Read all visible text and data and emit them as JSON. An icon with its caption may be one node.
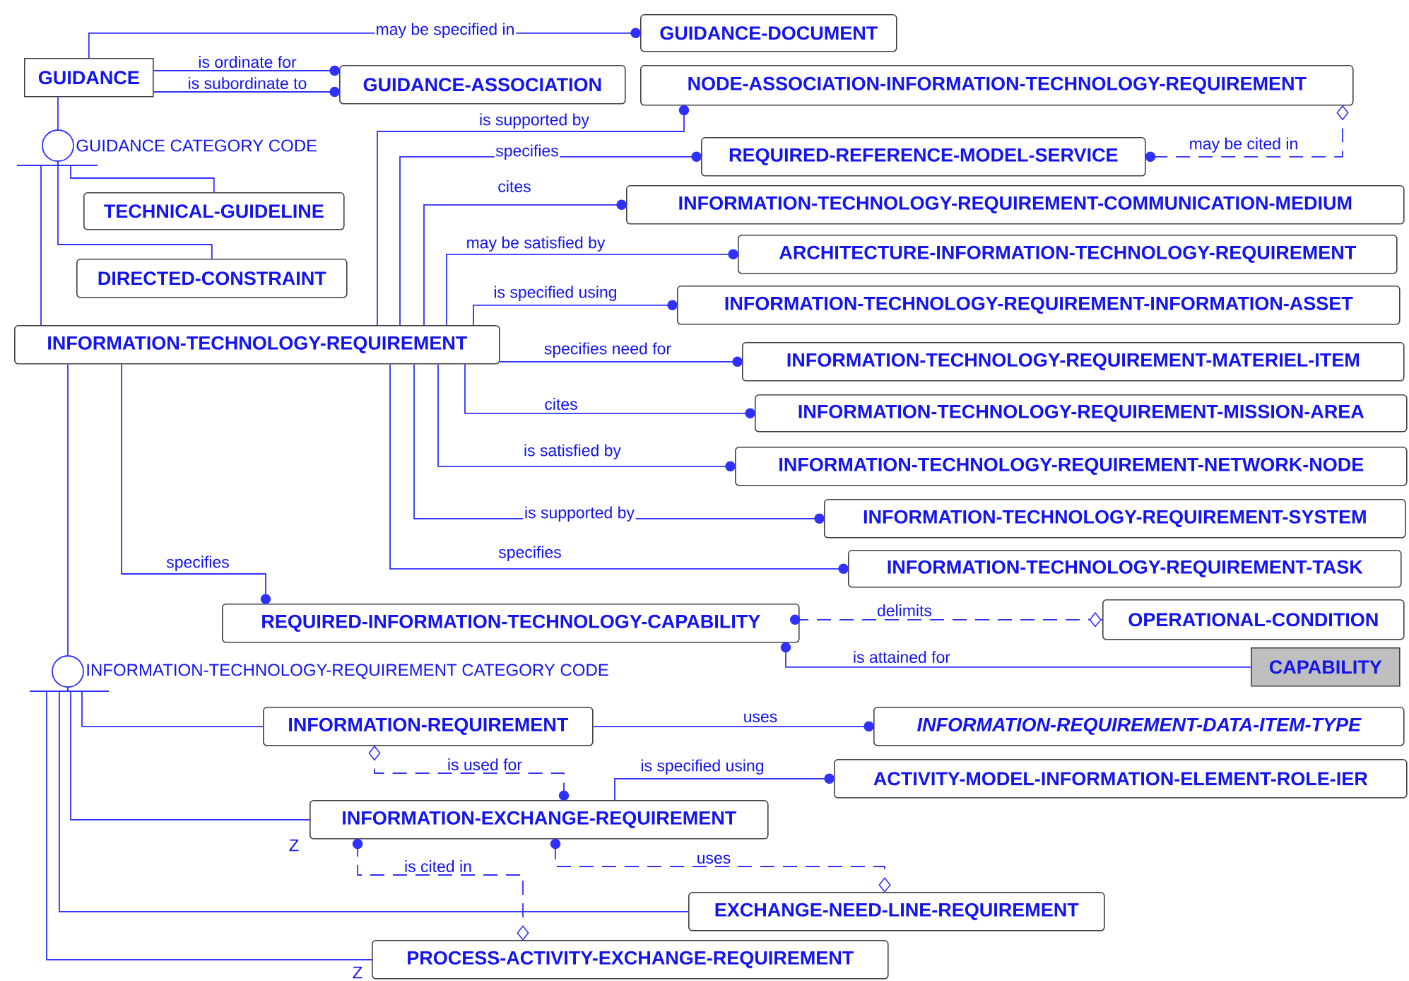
{
  "diagram": {
    "nodes": [
      {
        "text": [
          "GUIDANCE"
        ]
      },
      {
        "text": [
          "GUIDANCE-DOCUMENT"
        ]
      },
      {
        "text": [
          "GUIDANCE-ASSOCIATION"
        ]
      },
      {
        "text": [
          "NODE-ASSOCIATION-INFORMATION-TECHNOLOGY-REQUIREMENT"
        ]
      },
      {
        "text": [],
        "shape": "circle",
        "beside": [
          "GUIDANCE CATEGORY CODE"
        ]
      },
      {
        "text": [
          "REQUIRED-REFERENCE-MODEL-SERVICE"
        ]
      },
      {
        "text": [
          "TECHNICAL-GUIDELINE"
        ]
      },
      {
        "text": [
          "INFORMATION-TECHNOLOGY-REQUIREMENT-COMMUNICATION-MEDIUM"
        ]
      },
      {
        "text": [
          "DIRECTED-CONSTRAINT"
        ]
      },
      {
        "text": [
          "ARCHITECTURE-INFORMATION-TECHNOLOGY-REQUIREMENT"
        ]
      },
      {
        "text": [
          "INFORMATION-TECHNOLOGY-REQUIREMENT-INFORMATION-ASSET"
        ]
      },
      {
        "text": [
          "INFORMATION-TECHNOLOGY-REQUIREMENT"
        ]
      },
      {
        "text": [
          "INFORMATION-TECHNOLOGY-REQUIREMENT-MATERIEL-ITEM"
        ]
      },
      {
        "text": [
          "INFORMATION-TECHNOLOGY-REQUIREMENT-MISSION-AREA"
        ]
      },
      {
        "text": [
          "INFORMATION-TECHNOLOGY-REQUIREMENT-NETWORK-NODE"
        ]
      },
      {
        "text": [
          "INFORMATION-TECHNOLOGY-REQUIREMENT-SYSTEM"
        ]
      },
      {
        "text": [
          "INFORMATION-TECHNOLOGY-REQUIREMENT-TASK"
        ]
      },
      {
        "text": [
          "REQUIRED-INFORMATION-TECHNOLOGY-CAPABILITY"
        ]
      },
      {
        "text": [
          "OPERATIONAL-CONDITION"
        ]
      },
      {
        "text": [],
        "shape": "circle",
        "beside": [
          "INFORMATION-TECHNOLOGY-REQUIREMENT CATEGORY CODE"
        ]
      },
      {
        "text": [
          "CAPABILITY"
        ]
      },
      {
        "text": [
          "INFORMATION-REQUIREMENT"
        ]
      },
      {
        "text": [
          "INFORMATION-REQUIREMENT-DATA-ITEM-TYPE"
        ]
      },
      {
        "text": [
          "ACTIVITY-MODEL-INFORMATION-ELEMENT-ROLE-IER"
        ]
      },
      {
        "text": [
          "INFORMATION-EXCHANGE-REQUIREMENT"
        ]
      },
      {
        "text": [
          "EXCHANGE-NEED-LINE-REQUIREMENT"
        ]
      },
      {
        "text": [
          "PROCESS-ACTIVITY-EXCHANGE-REQUIREMENT"
        ]
      }
    ],
    "edges": [
      {
        "from": 0,
        "to": 1,
        "arrow": "other",
        "label": "may be specified in"
      },
      {
        "from": 0,
        "to": 2,
        "arrow": "other",
        "label": "is ordinate for"
      },
      {
        "from": 0,
        "to": 2,
        "arrow": "other",
        "label": "is subordinate to"
      },
      {
        "from": 0,
        "to": 4,
        "arrow": "none"
      },
      {
        "from": 4,
        "to": 6,
        "arrow": "none"
      },
      {
        "from": 4,
        "to": 8,
        "arrow": "none"
      },
      {
        "from": 4,
        "to": 11,
        "arrow": "none"
      },
      {
        "from": 11,
        "to": 3,
        "arrow": "other",
        "label": "is supported by"
      },
      {
        "from": 11,
        "to": 5,
        "arrow": "other",
        "label": "specifies"
      },
      {
        "from": 11,
        "to": 7,
        "arrow": "other",
        "label": "cites"
      },
      {
        "from": 11,
        "to": 9,
        "arrow": "other",
        "label": "may be satisfied by"
      },
      {
        "from": 11,
        "to": 10,
        "arrow": "other",
        "label": "is specified using"
      },
      {
        "from": 11,
        "to": 12,
        "arrow": "other",
        "label": "specifies need for"
      },
      {
        "from": 11,
        "to": 13,
        "arrow": "other",
        "label": "cites"
      },
      {
        "from": 11,
        "to": 14,
        "arrow": "other",
        "label": "is satisfied by"
      },
      {
        "from": 11,
        "to": 15,
        "arrow": "other",
        "label": "is supported by"
      },
      {
        "from": 11,
        "to": 16,
        "arrow": "other",
        "label": "specifies"
      },
      {
        "from": 11,
        "to": 17,
        "arrow": "other",
        "label": "specifies"
      },
      {
        "from": 3,
        "to": 5,
        "arrow": "other",
        "label": "may be cited in",
        "style": "dashed"
      },
      {
        "from": 11,
        "to": 19,
        "arrow": "none"
      },
      {
        "from": 19,
        "to": 21,
        "arrow": "none"
      },
      {
        "from": 19,
        "to": 24,
        "arrow": "none"
      },
      {
        "from": 19,
        "to": 25,
        "arrow": "none"
      },
      {
        "from": 19,
        "to": 26,
        "arrow": "none"
      },
      {
        "from": 18,
        "to": 17,
        "arrow": "other",
        "label": "delimits",
        "style": "dashed"
      },
      {
        "from": 20,
        "to": 17,
        "arrow": "other",
        "label": "is attained for"
      },
      {
        "from": 21,
        "to": 22,
        "arrow": "other",
        "label": "uses"
      },
      {
        "from": 21,
        "to": 24,
        "arrow": "other",
        "label": "is used for",
        "style": "dashed"
      },
      {
        "from": 24,
        "to": 23,
        "arrow": "other",
        "label": "is specified using"
      },
      {
        "from": 26,
        "to": 24,
        "arrow": "other",
        "label": "is cited in",
        "style": "dashed"
      },
      {
        "from": 25,
        "to": 24,
        "arrow": "other",
        "label": "uses",
        "style": "dashed"
      }
    ],
    "labels": [
      "Z",
      "Z"
    ]
  }
}
